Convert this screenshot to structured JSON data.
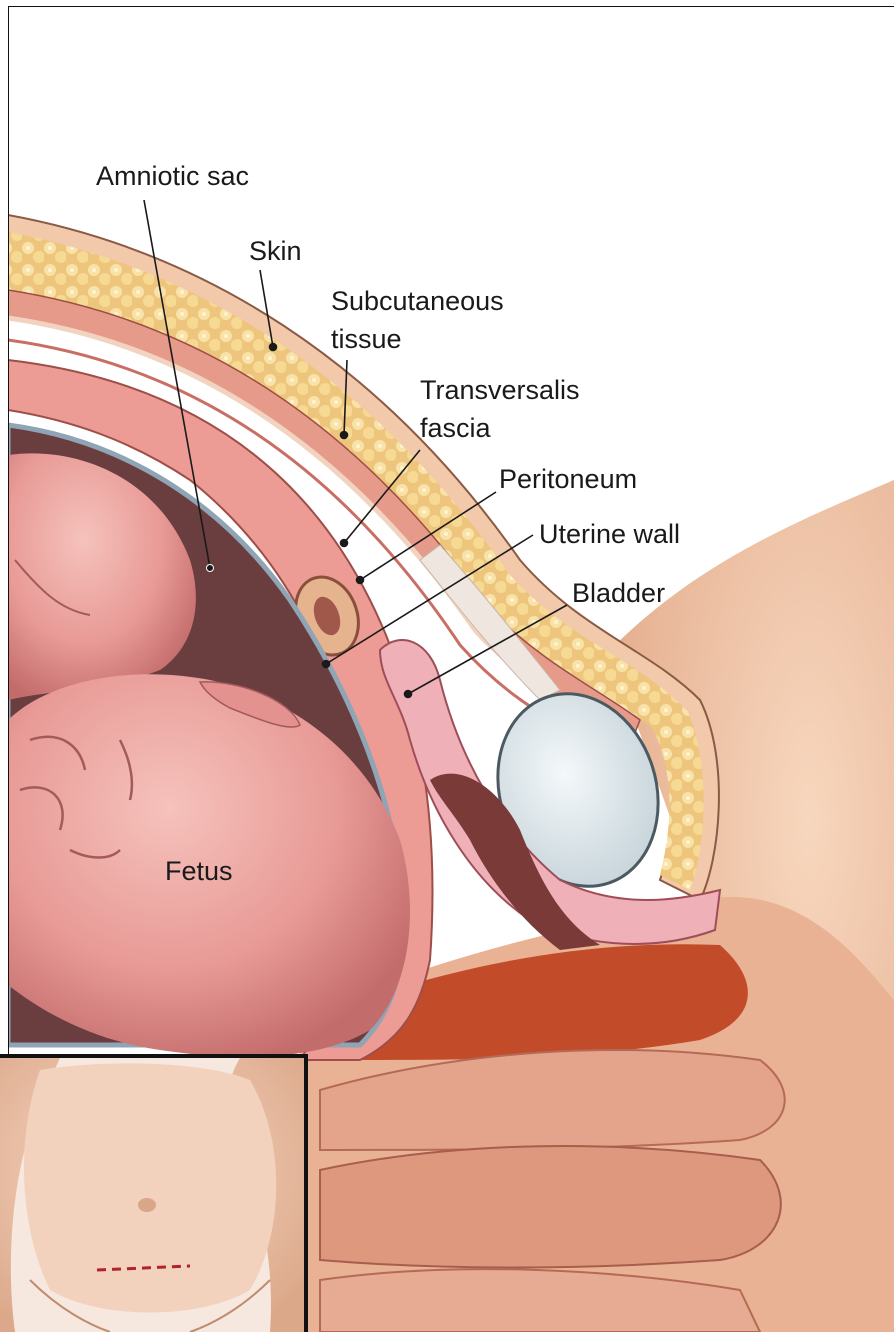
{
  "labels": {
    "amniotic_sac": "Amniotic sac",
    "skin": "Skin",
    "subcutaneous_line1": "Subcutaneous",
    "subcutaneous_line2": "tissue",
    "transversalis_line1": "Transversalis",
    "transversalis_line2": "fascia",
    "peritoneum": "Peritoneum",
    "uterine_wall": "Uterine wall",
    "bladder": "Bladder",
    "fetus": "Fetus"
  },
  "colors": {
    "frame": "#111111",
    "skin_tone": "#f2c6a6",
    "fat_layer": "#f0cf86",
    "muscle": "#e79a8c",
    "uterine_wall": "#ec9c94",
    "amniotic_dark": "#6a3d3f",
    "fetus_skin": "#eba4a0",
    "bladder_fill": "#dfe8ec",
    "incision_line": "#b0232a"
  }
}
